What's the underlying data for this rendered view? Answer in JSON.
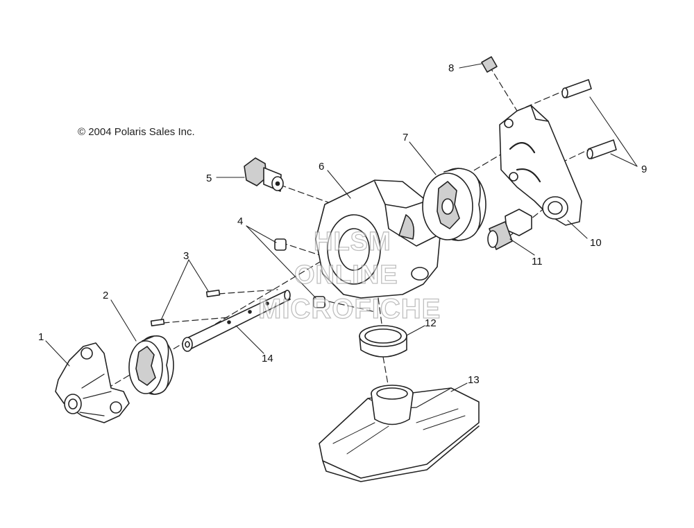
{
  "copyright": "© 2004 Polaris Sales Inc.",
  "watermark": {
    "line1": "HLSM",
    "line2": "ONLINE",
    "line3": "MICROFICHE"
  },
  "callouts": {
    "c1": "1",
    "c2": "2",
    "c3": "3",
    "c4": "4",
    "c5": "5",
    "c6": "6",
    "c7": "7",
    "c8": "8",
    "c9": "9",
    "c10": "10",
    "c11": "11",
    "c12": "12",
    "c13": "13",
    "c14": "14"
  },
  "colors": {
    "line": "#222222",
    "fill": "#ffffff",
    "shade": "#cfcfcf",
    "watermark_stroke": "#8a8a8a"
  }
}
